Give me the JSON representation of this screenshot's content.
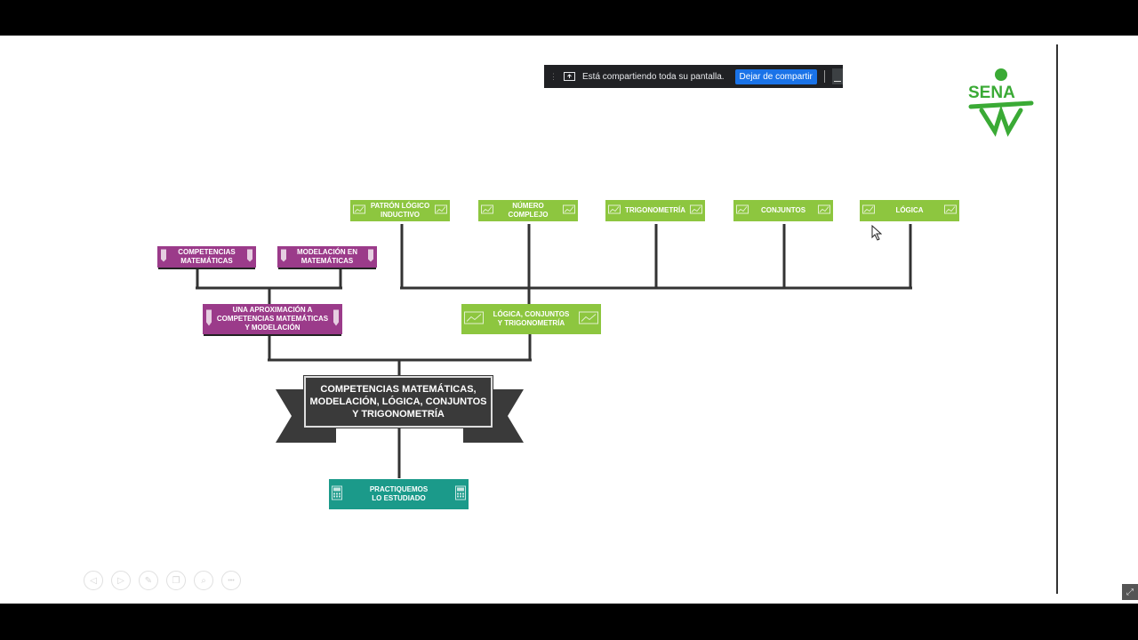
{
  "share_bar": {
    "message": "Está compartiendo toda su pantalla.",
    "stop_label": "Dejar de compartir",
    "minimize_label": ""
  },
  "logo": {
    "text": "SENA",
    "color": "#3aaa35"
  },
  "colors": {
    "green": "#8dc63f",
    "purple": "#9b3b8a",
    "teal": "#1b9a8a",
    "banner": "#3a3a3a"
  },
  "map": {
    "top_nodes": [
      {
        "label": "PATRÓN LÓGICO\nINDUCTIVO"
      },
      {
        "label": "NÚMERO\nCOMPLEJO"
      },
      {
        "label": "TRIGONOMETRÍA"
      },
      {
        "label": "CONJUNTOS"
      },
      {
        "label": "LÓGICA"
      }
    ],
    "left_nodes": [
      {
        "label": "COMPETENCIAS\nMATEMÁTICAS"
      },
      {
        "label": "MODELACIÓN EN\nMATEMÁTICAS"
      }
    ],
    "approx_node": {
      "label": "UNA APROXIMACIÓN A\nCOMPETENCIAS MATEMÁTICAS\nY MODELACIÓN"
    },
    "logic_node": {
      "label": "LÓGICA, CONJUNTOS\nY TRIGONOMETRÍA"
    },
    "main_title": "COMPETENCIAS MATEMÁTICAS,\nMODELACIÓN, LÓGICA, CONJUNTOS\nY TRIGONOMETRÍA",
    "practice_node": {
      "label": "PRACTIQUEMOS\nLO ESTUDIADO"
    }
  },
  "controls": [
    {
      "icon": "prev-arrow-icon",
      "glyph": "◁"
    },
    {
      "icon": "next-arrow-icon",
      "glyph": "▷"
    },
    {
      "icon": "pen-icon",
      "glyph": "✎"
    },
    {
      "icon": "copy-icon",
      "glyph": "❐"
    },
    {
      "icon": "zoom-icon",
      "glyph": "⌕"
    },
    {
      "icon": "more-icon",
      "glyph": "•••"
    }
  ]
}
